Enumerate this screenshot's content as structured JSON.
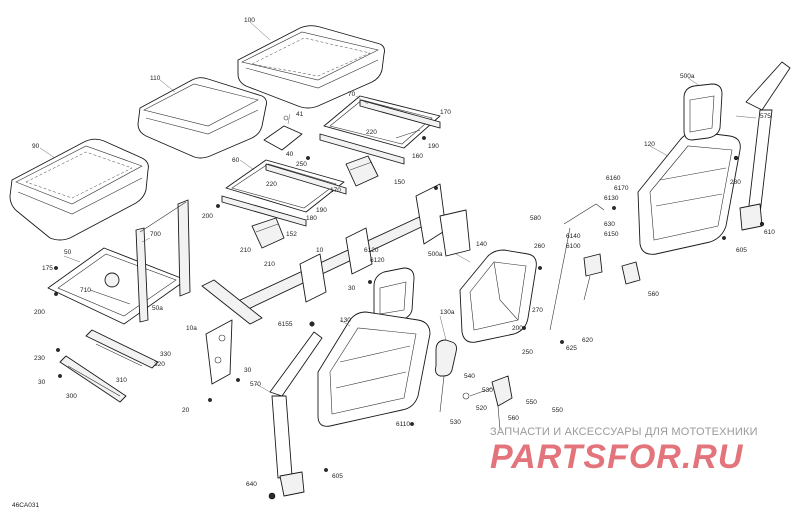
{
  "diagram": {
    "code": "46CA031",
    "watermark_text": "ЗАПЧАСТИ И АКСЕССУАРЫ ДЛЯ МОТОТЕХНИКИ",
    "watermark_logo": "PARTSFOR.RU",
    "labels": [
      "100",
      "110",
      "90",
      "41",
      "40",
      "250",
      "70",
      "170",
      "220",
      "190",
      "160",
      "150",
      "60",
      "220",
      "170",
      "180",
      "190",
      "200",
      "152",
      "210",
      "210",
      "700",
      "50",
      "175",
      "710",
      "50a",
      "200",
      "10",
      "6120",
      "6120",
      "30",
      "500a",
      "140",
      "10a",
      "6155",
      "130",
      "130a",
      "230",
      "320",
      "310",
      "330",
      "30",
      "300",
      "20",
      "30",
      "570",
      "540",
      "530",
      "520",
      "550",
      "560",
      "6110",
      "530",
      "640",
      "605",
      "580",
      "6160",
      "6170",
      "6130",
      "6150",
      "6140",
      "6100",
      "630",
      "260",
      "270",
      "625",
      "620",
      "250",
      "120",
      "500a",
      "575",
      "280",
      "610",
      "605",
      "200",
      "560",
      "550"
    ],
    "colors": {
      "line": "#1a1a1a",
      "watermark_red": "#e4747c",
      "watermark_gray": "#9a9a9a"
    }
  }
}
